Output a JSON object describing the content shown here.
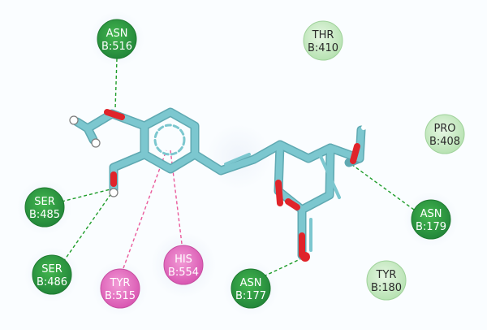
{
  "colors": {
    "background": "#fafdff",
    "bond_carbon": "#7cc7cf",
    "bond_carbon_edge": "#5fa9b2",
    "bond_oxygen": "#e0242a",
    "hydrogen": "#ffffff",
    "h_bond_dash": "#1f9d2b",
    "pi_dash": "#ea5a9b",
    "residue_hbond": "#2f9e3b",
    "residue_vdw": "#c9ecc5",
    "residue_pi": "#e774c2",
    "label_dark_text": "#ffffff",
    "label_light_text": "#2a2a2a"
  },
  "residues": [
    {
      "id": "asn516",
      "name": "ASN",
      "position": "B:516",
      "type": "h_bond"
    },
    {
      "id": "thr410",
      "name": "THR",
      "position": "B:410",
      "type": "van_der_waals"
    },
    {
      "id": "pro408",
      "name": "PRO",
      "position": "B:408",
      "type": "van_der_waals"
    },
    {
      "id": "ser485",
      "name": "SER",
      "position": "B:485",
      "type": "h_bond"
    },
    {
      "id": "asn179",
      "name": "ASN",
      "position": "B:179",
      "type": "h_bond"
    },
    {
      "id": "his554",
      "name": "HIS",
      "position": "B:554",
      "type": "pi"
    },
    {
      "id": "ser486",
      "name": "SER",
      "position": "B:486",
      "type": "h_bond"
    },
    {
      "id": "tyr515",
      "name": "TYR",
      "position": "B:515",
      "type": "pi"
    },
    {
      "id": "asn177",
      "name": "ASN",
      "position": "B:177",
      "type": "h_bond"
    },
    {
      "id": "tyr180",
      "name": "TYR",
      "position": "B:180",
      "type": "van_der_waals"
    }
  ]
}
